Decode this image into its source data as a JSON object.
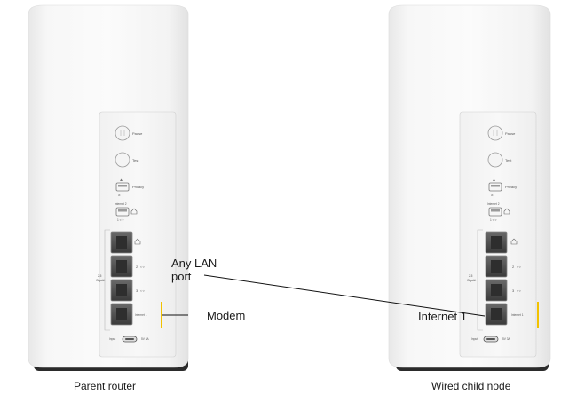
{
  "devices": [
    {
      "caption": "Parent router",
      "panel": {
        "pause": "Pause",
        "test": "Test",
        "privacy": "Privacy",
        "internet_switch": "Internet 2",
        "speed": "2.5",
        "speed_unit": "Gigabit",
        "port2": "2",
        "port3": "3",
        "internet_port": "Internet 1",
        "input": "Input",
        "power": "5V 3A"
      }
    },
    {
      "caption": "Wired child node",
      "panel": {
        "pause": "Pause",
        "test": "Test",
        "privacy": "Privacy",
        "internet_switch": "Internet 2",
        "speed": "2.5",
        "speed_unit": "Gigabit",
        "port2": "2",
        "port3": "3",
        "internet_port": "Internet 1",
        "input": "Input",
        "power": "5V 3A"
      }
    }
  ],
  "annotations": {
    "lan_line1": "Any LAN",
    "lan_line2": "port",
    "modem": "Modem",
    "internet1": "Internet 1"
  },
  "colors": {
    "body": "#f6f6f6",
    "base": "#2b2b2b",
    "highlight": "#f2c200"
  }
}
